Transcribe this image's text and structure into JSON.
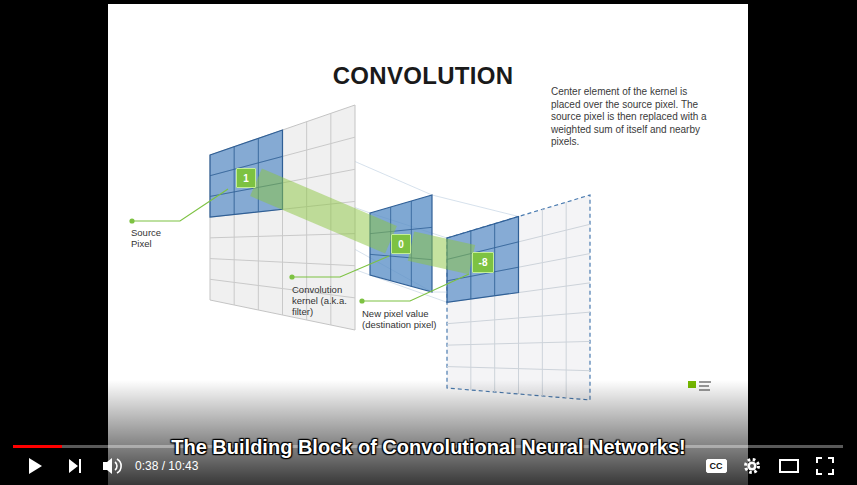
{
  "diagram": {
    "title": "CONVOLUTION",
    "caption": "The Building Block of Convolutional Neural Networks!",
    "nodes": [
      {
        "text": [
          "1"
        ]
      },
      {
        "text": [
          "0"
        ]
      },
      {
        "text": [
          "-8"
        ]
      },
      {
        "text": [
          "CC"
        ]
      }
    ],
    "edges": [
      {
        "from": 0,
        "to": 1,
        "arrow": "none"
      },
      {
        "from": 1,
        "to": 2,
        "arrow": "none"
      }
    ],
    "labels": [
      "Center element of the kernel is placed over the source pixel. The source pixel is then replaced with a weighted sum of itself and nearby pixels.",
      "Source Pixel",
      "Convolution kernel (a.k.a. filter)",
      "New pixel value (destination pixel)",
      "0:38 / 10:43"
    ]
  }
}
